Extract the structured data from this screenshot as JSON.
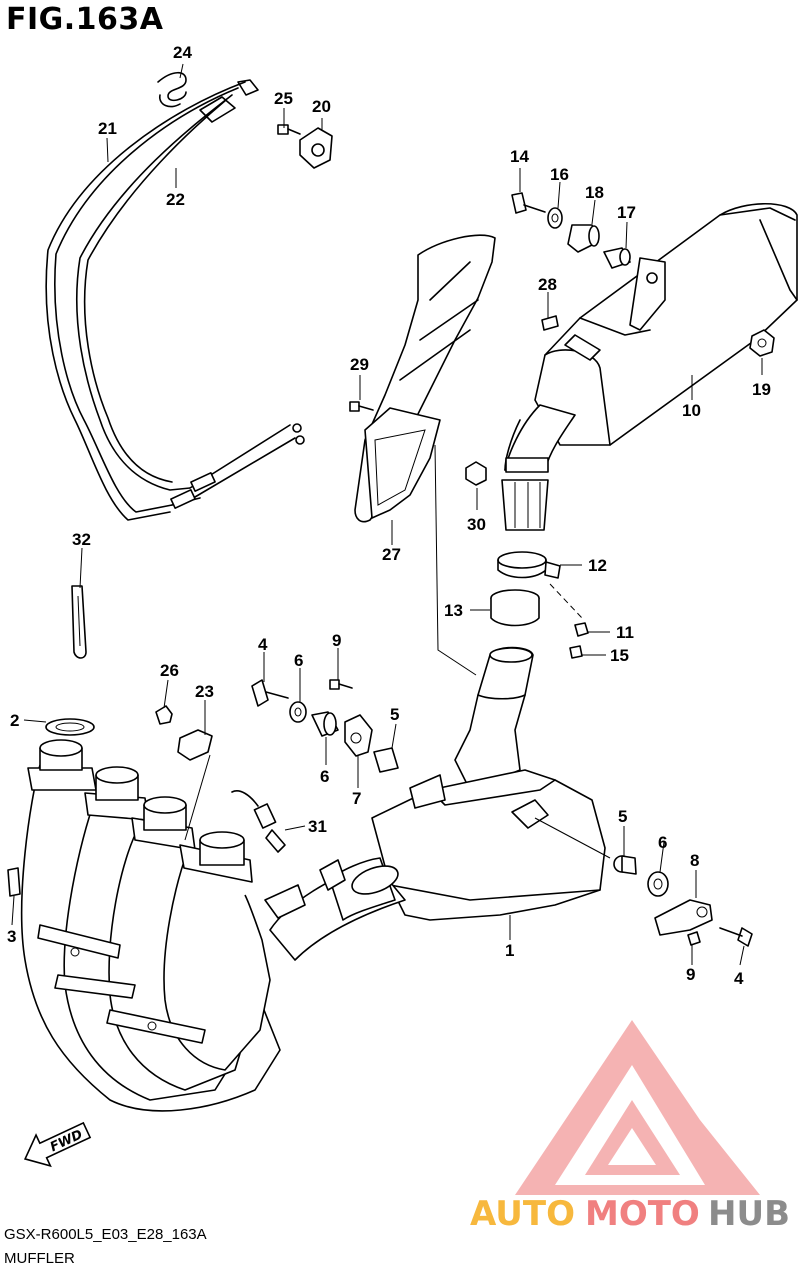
{
  "figure": {
    "title": "FIG.163A",
    "drawing_code": "GSX-R600L5_E03_E28_163A",
    "section_name": "MUFFLER"
  },
  "callouts": [
    {
      "id": "c1",
      "label": "1"
    },
    {
      "id": "c2",
      "label": "2"
    },
    {
      "id": "c3",
      "label": "3"
    },
    {
      "id": "c4a",
      "label": "4"
    },
    {
      "id": "c4b",
      "label": "4"
    },
    {
      "id": "c5a",
      "label": "5"
    },
    {
      "id": "c5b",
      "label": "5"
    },
    {
      "id": "c6a",
      "label": "6"
    },
    {
      "id": "c6b",
      "label": "6"
    },
    {
      "id": "c6c",
      "label": "6"
    },
    {
      "id": "c7",
      "label": "7"
    },
    {
      "id": "c8",
      "label": "8"
    },
    {
      "id": "c9a",
      "label": "9"
    },
    {
      "id": "c9b",
      "label": "9"
    },
    {
      "id": "c10",
      "label": "10"
    },
    {
      "id": "c11",
      "label": "11"
    },
    {
      "id": "c12",
      "label": "12"
    },
    {
      "id": "c13",
      "label": "13"
    },
    {
      "id": "c14",
      "label": "14"
    },
    {
      "id": "c15",
      "label": "15"
    },
    {
      "id": "c16",
      "label": "16"
    },
    {
      "id": "c17",
      "label": "17"
    },
    {
      "id": "c18",
      "label": "18"
    },
    {
      "id": "c19",
      "label": "19"
    },
    {
      "id": "c20",
      "label": "20"
    },
    {
      "id": "c21",
      "label": "21"
    },
    {
      "id": "c22",
      "label": "22"
    },
    {
      "id": "c23",
      "label": "23"
    },
    {
      "id": "c24",
      "label": "24"
    },
    {
      "id": "c25",
      "label": "25"
    },
    {
      "id": "c26",
      "label": "26"
    },
    {
      "id": "c27",
      "label": "27"
    },
    {
      "id": "c28",
      "label": "28"
    },
    {
      "id": "c29",
      "label": "29"
    },
    {
      "id": "c30",
      "label": "30"
    },
    {
      "id": "c31",
      "label": "31"
    },
    {
      "id": "c32",
      "label": "32"
    }
  ],
  "direction_marker": {
    "label": "FWD",
    "icon": "forward-arrow-icon"
  },
  "watermark": {
    "parts": [
      "AUTO",
      "MOTO",
      "HUB"
    ],
    "colors": {
      "auto": "#f7b83d",
      "moto": "#f08080",
      "hub": "#8c8c8c",
      "logo": "#f08080"
    },
    "icon": "triangle-logo-icon"
  }
}
